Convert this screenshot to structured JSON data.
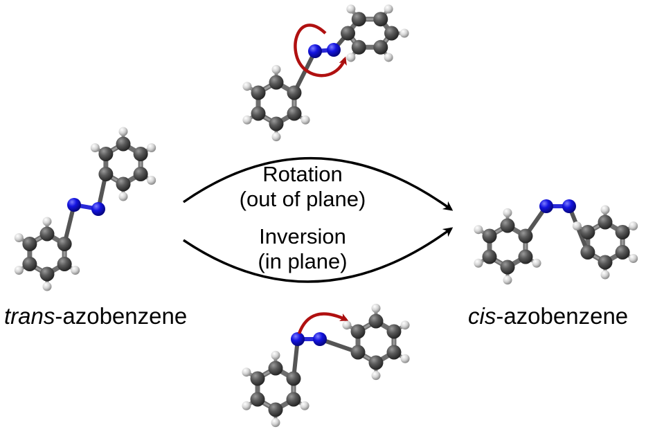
{
  "labels": {
    "trans_prefix": "trans",
    "trans_suffix": "-azobenzene",
    "cis_prefix": "cis",
    "cis_suffix": "-azobenzene"
  },
  "pathways": {
    "rotation_line1": "Rotation",
    "rotation_line2": "(out of plane)",
    "inversion_line1": "Inversion",
    "inversion_line2": "(in plane)"
  },
  "colors": {
    "carbon": "#4a4a4a",
    "hydrogen": "#d8d8d8",
    "nitrogen": "#1010d8",
    "arrow_black": "#000000",
    "arrow_red": "#b01010"
  }
}
